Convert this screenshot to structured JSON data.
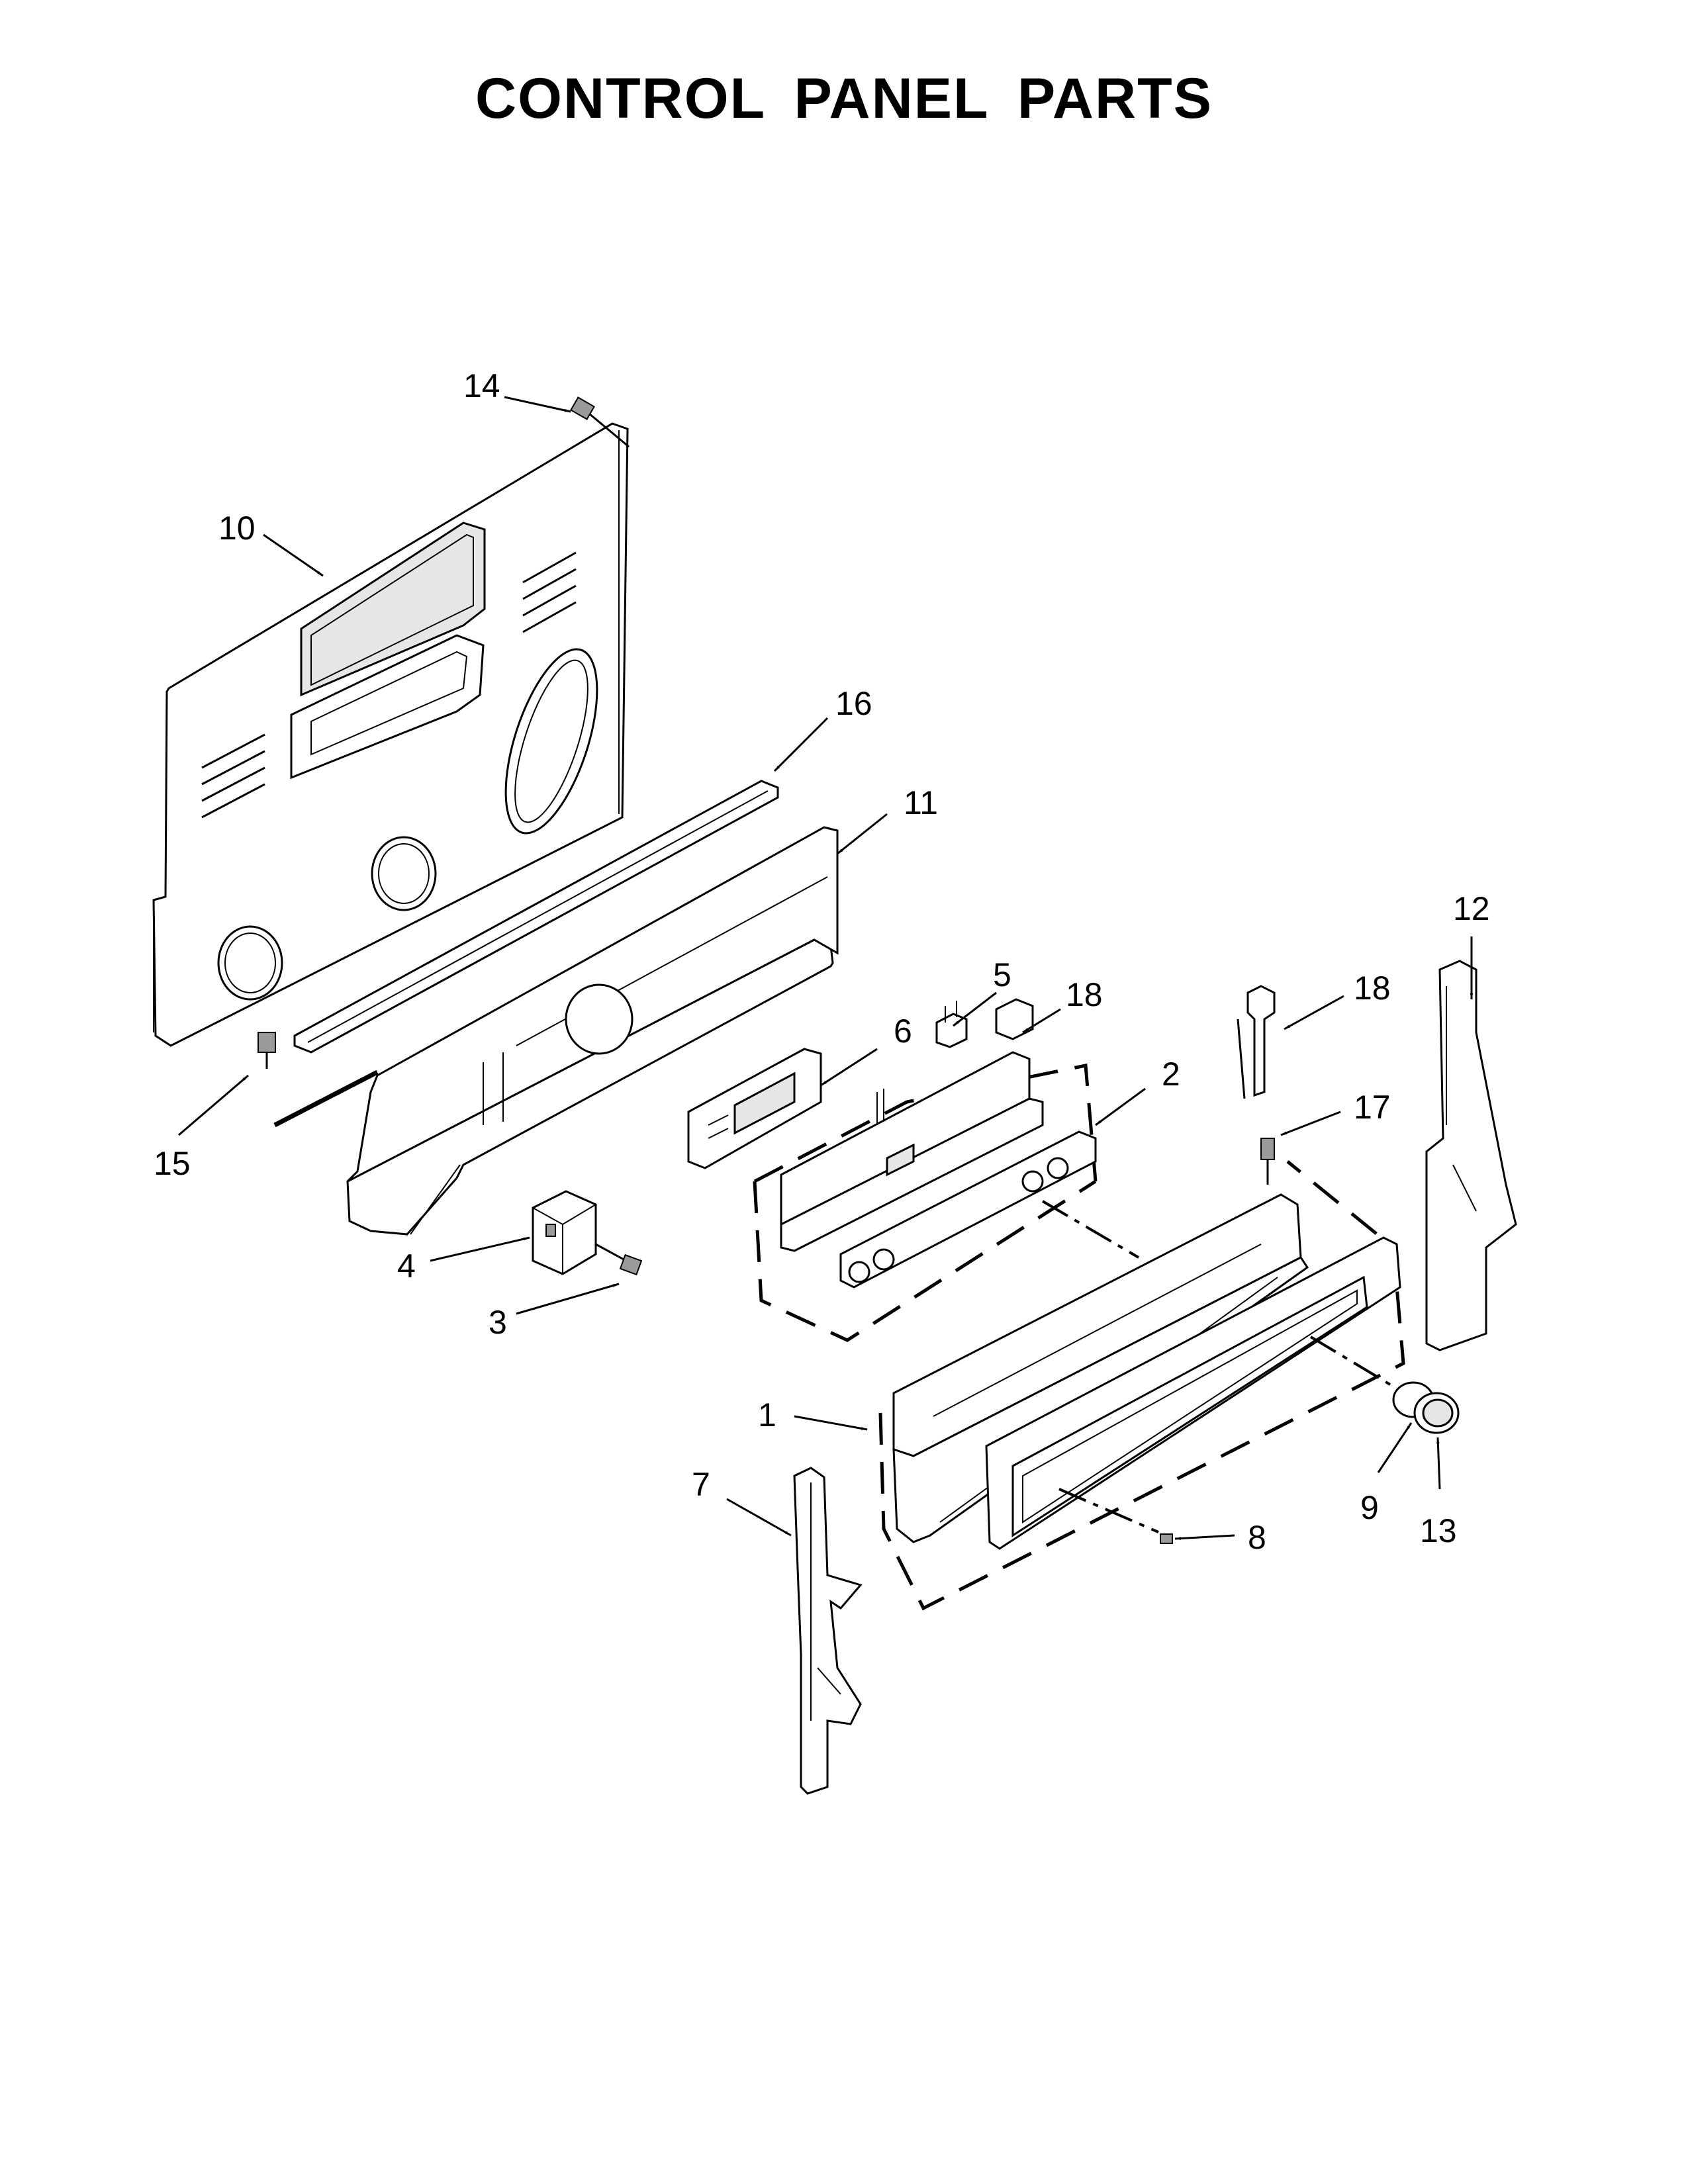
{
  "title": "CONTROL PANEL PARTS",
  "callouts": {
    "c1": "1",
    "c2": "2",
    "c3": "3",
    "c4": "4",
    "c5": "5",
    "c6": "6",
    "c7": "7",
    "c8": "8",
    "c9": "9",
    "c10": "10",
    "c11": "11",
    "c12": "12",
    "c13": "13",
    "c14": "14",
    "c15": "15",
    "c16": "16",
    "c17": "17",
    "c18a": "18",
    "c18b": "18"
  }
}
